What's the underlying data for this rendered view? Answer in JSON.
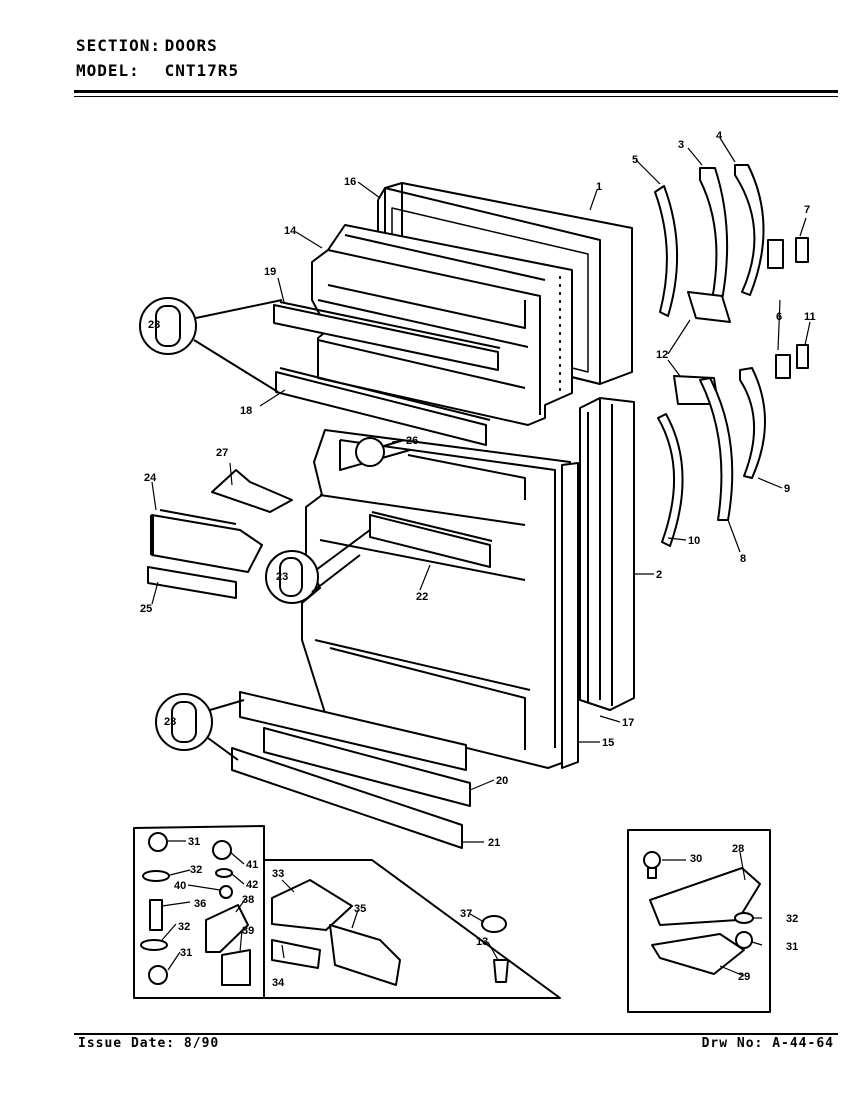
{
  "header": {
    "section_label": "SECTION:",
    "section_value": "DOORS",
    "model_label": "MODEL:",
    "model_value": "CNT17R5"
  },
  "footer": {
    "issue": "Issue Date: 8/90",
    "drawing": "Drw No: A-44-64"
  },
  "callouts": [
    "1",
    "2",
    "3",
    "4",
    "5",
    "6",
    "7",
    "8",
    "9",
    "10",
    "11",
    "12",
    "13",
    "14",
    "15",
    "16",
    "17",
    "18",
    "19",
    "20",
    "21",
    "22",
    "23",
    "24",
    "25",
    "26",
    "27",
    "28",
    "29",
    "30",
    "31",
    "32",
    "33",
    "34",
    "35",
    "36",
    "37",
    "38",
    "39",
    "40",
    "41",
    "42"
  ]
}
